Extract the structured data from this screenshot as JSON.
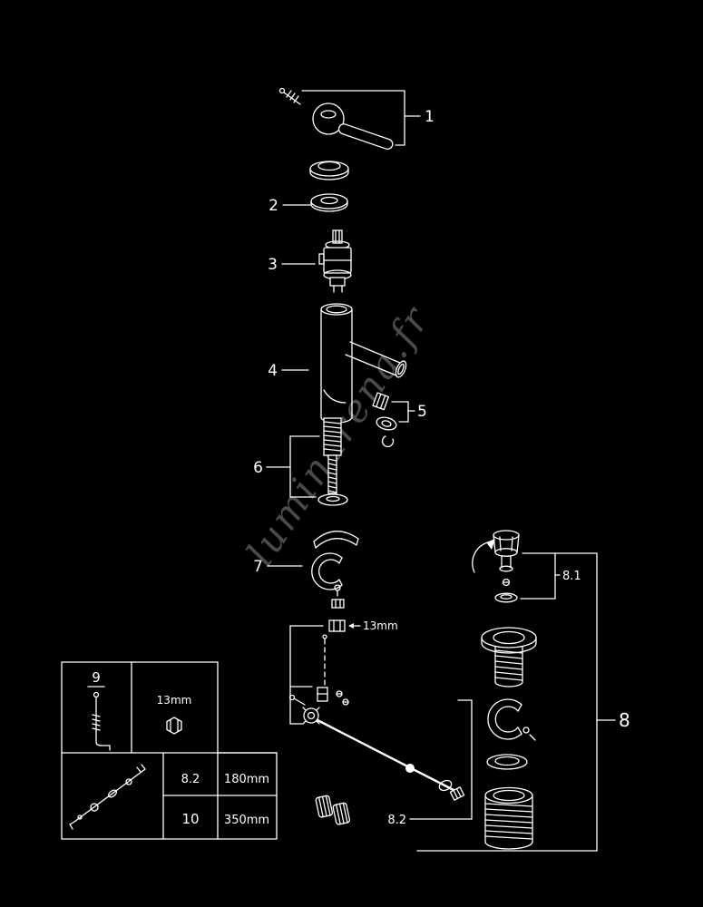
{
  "colors": {
    "background": "#000000",
    "line": "#ffffff",
    "watermark": "#4a4a4a"
  },
  "watermark": "luminarena.fr",
  "callouts": {
    "part1": "1",
    "part2": "2",
    "part3": "3",
    "part4": "4",
    "part5": "5",
    "part6": "6",
    "part7": "7",
    "part8": "8",
    "part8_1": "8.1",
    "part8_2": "8.2",
    "nut_size": "13mm"
  },
  "legend_table": {
    "part9_label": "9",
    "nut_size": "13mm",
    "rows": [
      {
        "ref": "8.2",
        "length": "180mm"
      },
      {
        "ref": "10",
        "length": "350mm"
      }
    ]
  }
}
